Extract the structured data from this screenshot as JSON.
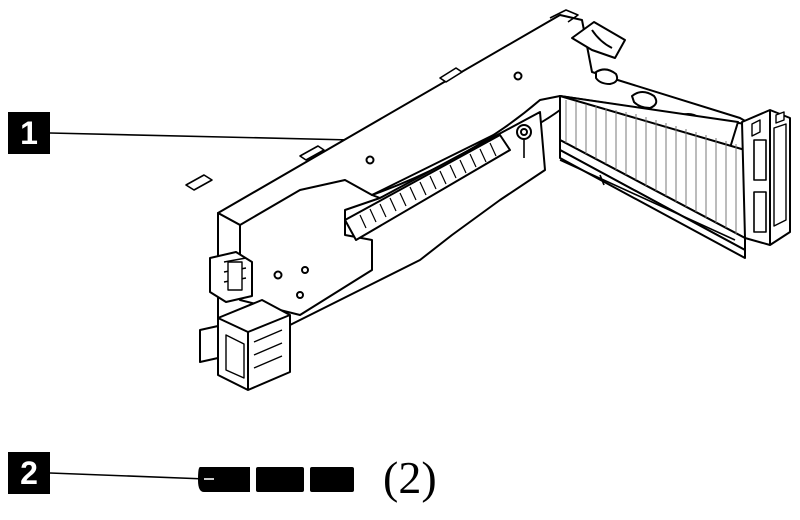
{
  "callouts": [
    {
      "number": "1"
    },
    {
      "number": "2"
    }
  ],
  "items": [
    {
      "callout": "1",
      "part_icon": "riser-cage-icon"
    },
    {
      "callout": "2",
      "part_icon": "screw-strip-icon",
      "quantity_label": "(2)"
    }
  ],
  "colors": {
    "ink": "#000000",
    "paper": "#ffffff",
    "hatch": "#7a7a7a"
  }
}
